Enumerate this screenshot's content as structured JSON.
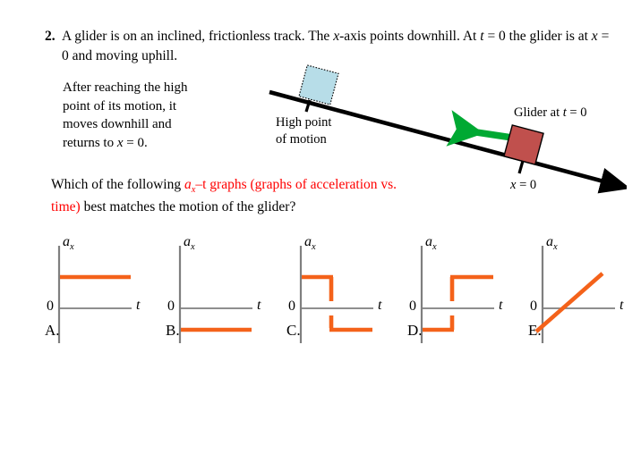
{
  "problem": {
    "number": "2.",
    "text_part1": "A glider is on an inclined, frictionless track. The ",
    "text_x": "x",
    "text_part2": "-axis points downhill. At ",
    "text_t": "t",
    "text_part3": " = 0 the glider is at ",
    "text_x2": "x",
    "text_part4": " = 0 and moving uphill.",
    "full_text": "2. A glider is on an inclined, frictionless track. The x-axis points downhill. At t = 0 the glider is at x = 0 and moving uphill."
  },
  "secondary": {
    "line1": "After reaching the high",
    "line2": "point of its motion, it",
    "line3": "moves downhill and",
    "line4": "returns to ",
    "line4_x": "x",
    "line4_rest": " = 0."
  },
  "question": {
    "black_start": "Which of the following ",
    "red_a": "a",
    "red_a_sub": "x",
    "red_mid": "–t graphs (graphs of acceleration",
    "red_line2": "vs. time)",
    "black_end": " best matches the motion of the glider?"
  },
  "diagram": {
    "high_point_label_line1": "High point",
    "high_point_label_line2": "of motion",
    "glider_label": "Glider at ",
    "glider_label_t": "t",
    "glider_label_rest": " = 0",
    "position_label_x": "x",
    "position_label_rest": " = 0",
    "colors": {
      "track": "#000000",
      "glider_fill": "#c0504d",
      "glider_stroke": "#000000",
      "high_point_fill": "#b7dde8",
      "high_point_stroke": "#000000",
      "velocity_arrow": "#00a933"
    }
  },
  "graphs": {
    "axis_label_a": "a",
    "axis_label_a_sub": "x",
    "axis_label_t": "t",
    "zero_label": "0",
    "curve_color": "#f4621a",
    "axis_color": "#7f7f7f",
    "vertical_axis_color": "#7f7f7f",
    "items": [
      {
        "letter": "A.",
        "name": "graph-a",
        "description": "constant positive acceleration"
      },
      {
        "letter": "B.",
        "name": "graph-b",
        "description": "constant negative acceleration"
      },
      {
        "letter": "C.",
        "name": "graph-c",
        "description": "positive constant then step down to negative constant"
      },
      {
        "letter": "D.",
        "name": "graph-d",
        "description": "negative constant then step up to positive constant"
      },
      {
        "letter": "E.",
        "name": "graph-e",
        "description": "linearly increasing from negative through zero to positive"
      }
    ]
  },
  "chart_data": {
    "type": "line",
    "title": "Candidate a_x-t graphs for a glider on a frictionless incline",
    "xlabel": "t",
    "ylabel": "a_x",
    "grid": false,
    "legend": "none",
    "charts": [
      {
        "label": "A.",
        "type": "line",
        "xlim": [
          0,
          10
        ],
        "ylim": [
          -4,
          4
        ],
        "segments": [
          {
            "x": [
              0.4,
              8.6
            ],
            "y": [
              2.0,
              2.0
            ]
          }
        ],
        "description": "Constant positive a_x for all t"
      },
      {
        "label": "B.",
        "type": "line",
        "xlim": [
          0,
          10
        ],
        "ylim": [
          -4,
          4
        ],
        "segments": [
          {
            "x": [
              0.4,
              8.6
            ],
            "y": [
              -2.0,
              -2.0
            ]
          }
        ],
        "description": "Constant negative a_x for all t"
      },
      {
        "label": "C.",
        "type": "line",
        "xlim": [
          0,
          10
        ],
        "ylim": [
          -4,
          4
        ],
        "segments": [
          {
            "x": [
              0.4,
              4.4
            ],
            "y": [
              2.0,
              2.0
            ]
          },
          {
            "x": [
              4.4,
              4.4
            ],
            "y": [
              2.0,
              -2.0
            ]
          },
          {
            "x": [
              4.4,
              8.6
            ],
            "y": [
              -2.0,
              -2.0
            ]
          }
        ],
        "description": "Positive constant a_x, then step down to negative constant a_x"
      },
      {
        "label": "D.",
        "type": "line",
        "xlim": [
          0,
          10
        ],
        "ylim": [
          -4,
          4
        ],
        "segments": [
          {
            "x": [
              0.4,
              4.4
            ],
            "y": [
              -2.0,
              -2.0
            ]
          },
          {
            "x": [
              4.4,
              4.4
            ],
            "y": [
              -2.0,
              2.0
            ]
          },
          {
            "x": [
              4.4,
              8.6
            ],
            "y": [
              2.0,
              2.0
            ]
          }
        ],
        "description": "Negative constant a_x, then step up to positive constant a_x"
      },
      {
        "label": "E.",
        "type": "line",
        "xlim": [
          0,
          10
        ],
        "ylim": [
          -4,
          4
        ],
        "segments": [
          {
            "x": [
              0.4,
              7.6
            ],
            "y": [
              -2.2,
              2.4
            ]
          }
        ],
        "description": "a_x increases linearly from negative, crossing zero to positive"
      }
    ]
  }
}
